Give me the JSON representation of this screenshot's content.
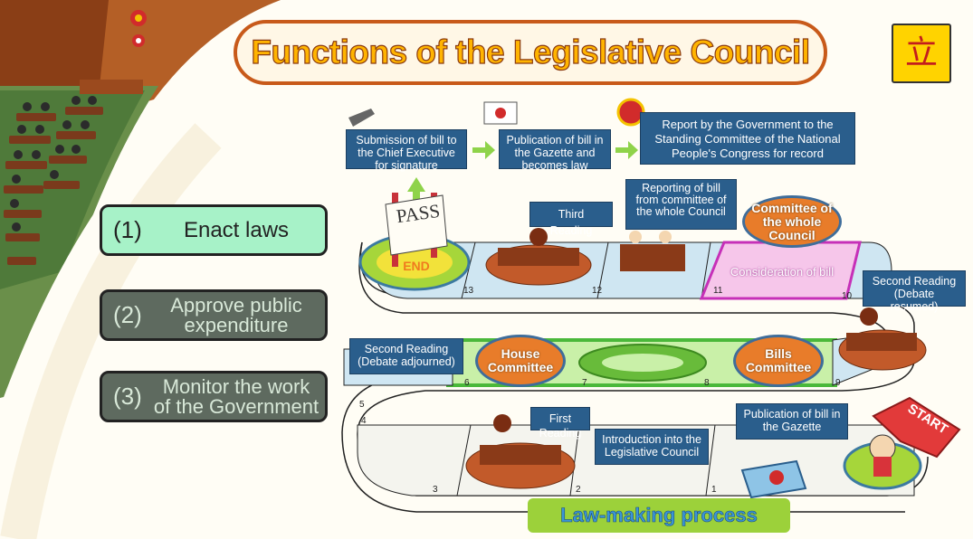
{
  "title": "Functions of the Legislative Council",
  "logo_glyph": "立",
  "functions": [
    {
      "num": "(1)",
      "text": "Enact laws",
      "active": true
    },
    {
      "num": "(2)",
      "text": "Approve public expenditure",
      "active": false
    },
    {
      "num": "(3)",
      "text": "Monitor the work of the Government",
      "active": false
    }
  ],
  "top_steps": [
    "Submission of bill to the Chief Executive for signature",
    "Publication of bill in the Gazette and becomes law",
    "Report by the Government to the Standing Committee of the National People's Congress for record"
  ],
  "labels": {
    "pass": "PASS",
    "end": "END",
    "start": "START",
    "third_reading": "Third Reading",
    "reporting": "Reporting of bill from committee of the whole Council",
    "committee_whole": "Committee of the whole Council",
    "consideration": "Consideration of bill",
    "second_resumed": "Second Reading (Debate resumed)",
    "second_adjourned": "Second Reading (Debate adjourned)",
    "house_committee": "House Committee",
    "bills_committee": "Bills Committee",
    "first_reading": "First Reading",
    "introduction": "Introduction into the Legislative Council",
    "publication_gazette": "Publication of bill in the Gazette"
  },
  "step_numbers": [
    "1",
    "2",
    "3",
    "4",
    "5",
    "6",
    "7",
    "8",
    "9",
    "10",
    "11",
    "12",
    "13"
  ],
  "footer": "Law-making process",
  "colors": {
    "label_blue": "#2a5e8c",
    "oval_orange": "#e87c2a",
    "active_green": "#a7f2c8",
    "inactive_gray": "#5e6a5f",
    "title_border": "#c85a1a"
  }
}
